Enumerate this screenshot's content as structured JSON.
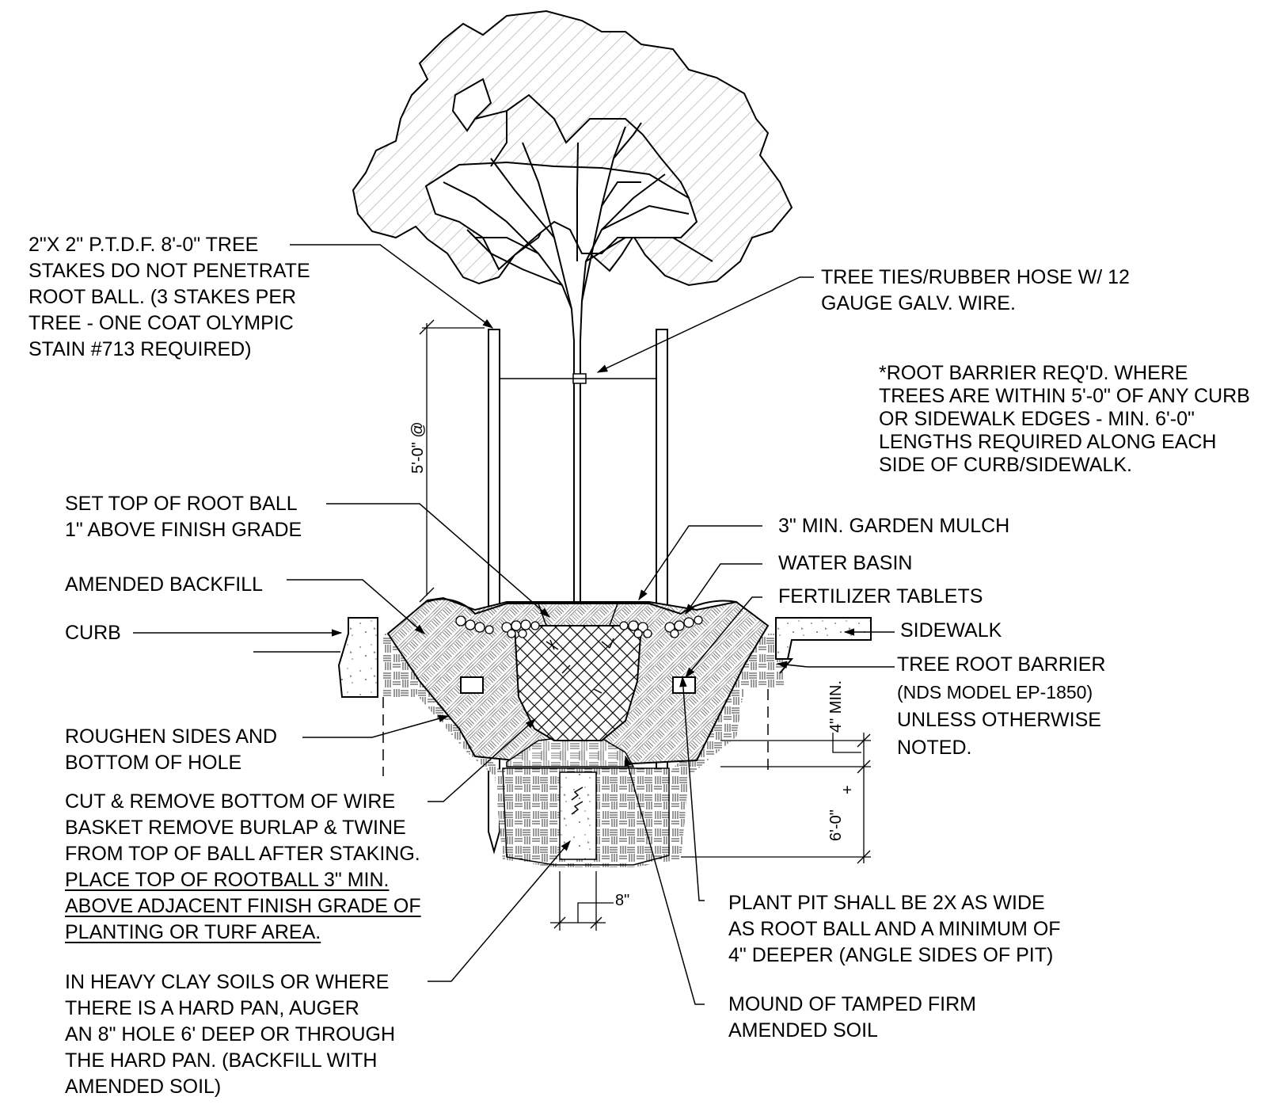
{
  "callouts": {
    "tree_stakes": [
      "2\"X 2\" P.T.D.F. 8'-0\" TREE",
      "STAKES DO NOT PENETRATE",
      "ROOT BALL.  (3 STAKES  PER",
      "TREE - ONE COAT OLYMPIC",
      "STAIN  #713 REQUIRED)"
    ],
    "tree_ties": [
      "TREE TIES/RUBBER HOSE W/ 12",
      "GAUGE GALV. WIRE."
    ],
    "root_barrier_note": [
      "*ROOT BARRIER REQ'D. WHERE",
      "TREES ARE WITHIN 5'-0\" OF ANY CURB",
      "OR SIDEWALK EDGES - MIN.  6'-0\"",
      "LENGTHS  REQUIRED ALONG EACH",
      "SIDE OF CURB/SIDEWALK."
    ],
    "set_top_root_ball": [
      "SET TOP OF ROOT BALL",
      "1\" ABOVE FINISH GRADE"
    ],
    "garden_mulch": "3\" MIN. GARDEN MULCH",
    "water_basin": "WATER BASIN",
    "amended_backfill": "AMENDED BACKFILL",
    "fertilizer_tablets": "FERTILIZER TABLETS",
    "curb": "CURB",
    "sidewalk": "SIDEWALK",
    "tree_root_barrier": [
      "TREE ROOT BARRIER",
      "(NDS MODEL EP-1850)",
      "UNLESS OTHERWISE",
      "NOTED."
    ],
    "roughen_sides": [
      "ROUGHEN SIDES AND",
      "BOTTOM OF HOLE"
    ],
    "cut_remove": [
      "CUT & REMOVE BOTTOM OF WIRE",
      "BASKET REMOVE BURLAP & TWINE",
      "FROM TOP OF BALL AFTER STAKING."
    ],
    "place_top_underlined": [
      "PLACE TOP OF ROOTBALL 3\" MIN.",
      "ABOVE ADJACENT FINISH GRADE OF",
      "PLANTING OR TURF AREA."
    ],
    "plant_pit": [
      "PLANT PIT SHALL BE 2X AS WIDE",
      "AS ROOT BALL AND A MINIMUM OF",
      "4\" DEEPER (ANGLE SIDES OF PIT)"
    ],
    "heavy_clay": [
      "IN HEAVY CLAY SOILS OR WHERE",
      "THERE IS A HARD PAN, AUGER",
      "AN 8\" HOLE 6' DEEP OR THROUGH",
      "THE HARD PAN. (BACKFILL WITH",
      "AMENDED SOIL)"
    ],
    "mound": [
      "MOUND OF TAMPED FIRM",
      "AMENDED SOIL"
    ]
  },
  "dimensions": {
    "stake_height": "5'-0\" @",
    "min_depth": "4\" MIN.",
    "auger_depth": "6'-0\"",
    "auger_depth_plus": "+",
    "auger_diameter": "8\""
  },
  "colors": {
    "ink": "#000000",
    "hatch": "#b8b8b8",
    "paper": "#ffffff"
  }
}
